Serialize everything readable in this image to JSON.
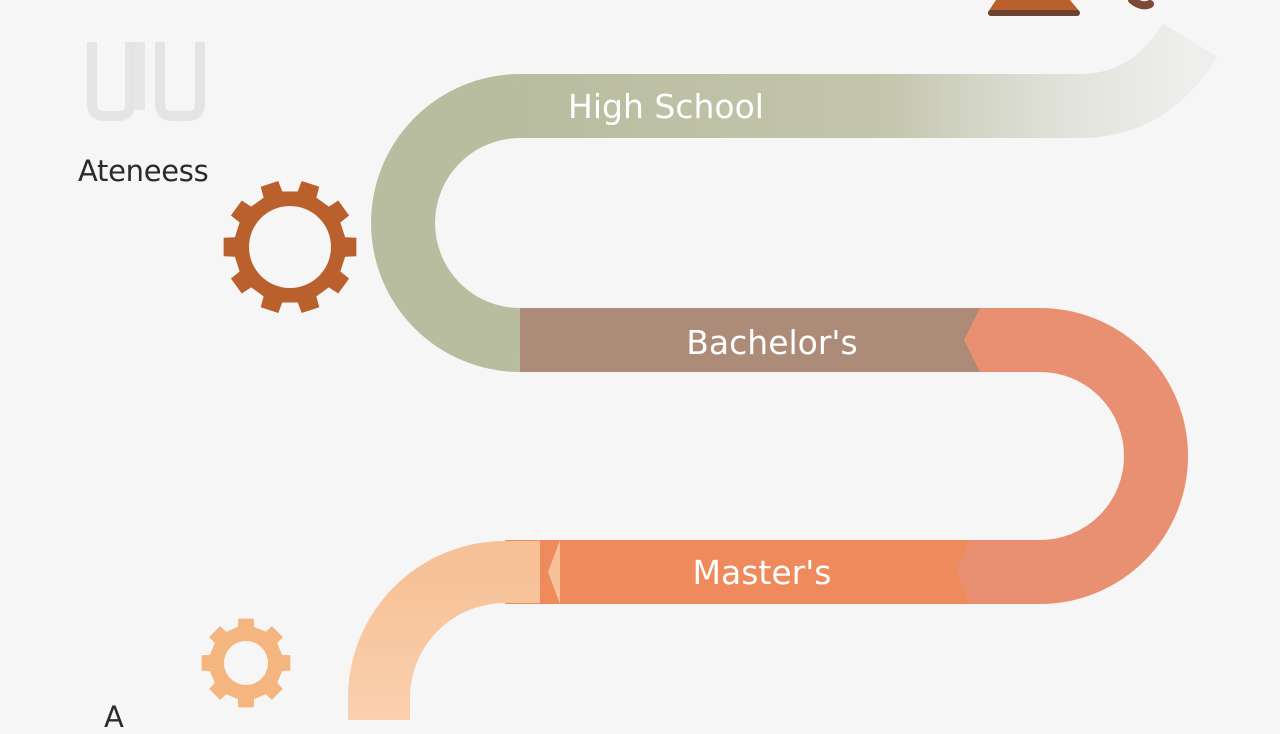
{
  "stages": [
    {
      "label": "High School",
      "color": "#b9bd9f"
    },
    {
      "label": "Bachelor's",
      "color": "#ad8b79"
    },
    {
      "label": "Master's",
      "color": "#ee8a5c"
    }
  ],
  "side_labels": {
    "top": "Ateneess",
    "bottom": "A"
  },
  "icons": {
    "logo": "letters-logo-icon",
    "gear_large": "gear-icon",
    "gear_small": "gear-icon",
    "top_right": "mortarboard-icon"
  },
  "colors": {
    "background": "#f6f6f6",
    "path_olive": "#b9bd9f",
    "path_mauve": "#ad8b79",
    "path_coral": "#e98f72",
    "path_orange": "#ee8a5c",
    "path_peach": "#f8c49b",
    "gear_large": "#b9602c",
    "gear_small": "#f4b57e",
    "label_text": "#ffffff"
  }
}
